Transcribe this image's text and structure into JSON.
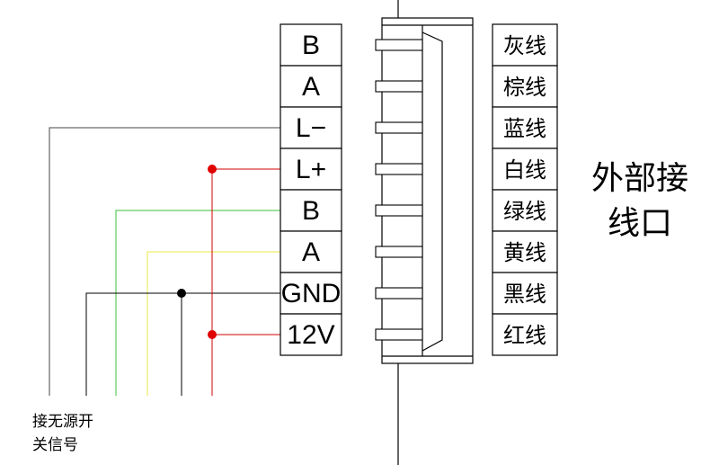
{
  "terminals": [
    "B",
    "A",
    "L−",
    "L+",
    "B",
    "A",
    "GND",
    "12V"
  ],
  "wire_colors": [
    "灰线",
    "棕线",
    "蓝线",
    "白线",
    "绿线",
    "黄线",
    "黑线",
    "红线"
  ],
  "external_label": [
    "外部接",
    "线口"
  ],
  "passive_switch_label": [
    "接无源开",
    "关信号"
  ],
  "colors": {
    "black": "#000000",
    "red": "#d40000",
    "green": "#3bbf3b",
    "yellow": "#e8e84a",
    "gray": "#555555",
    "dot_red": "#e00000"
  }
}
